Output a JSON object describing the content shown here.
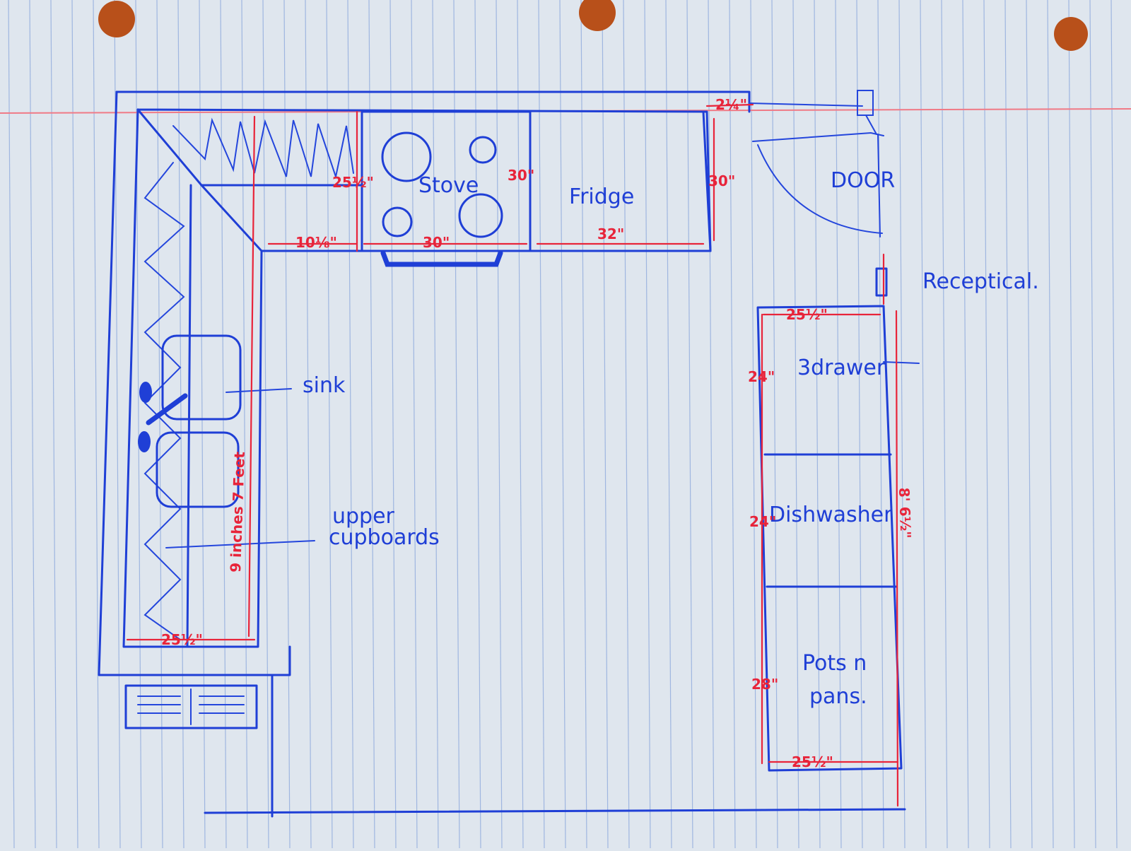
{
  "labels": {
    "stove": "Stove",
    "fridge": "Fridge",
    "door": "DOOR",
    "receptical": "Receptical.",
    "sink": "sink",
    "upper": "upper",
    "cupboards": "cupboards",
    "three_drawer": "3drawer",
    "dishwasher": "Dishwasher",
    "pots": "Pots n",
    "pans": "pans."
  },
  "dimensions": {
    "stove_height": "30\"",
    "stove_width": "30\"",
    "fridge_height": "30\"",
    "fridge_width": "32\"",
    "corner_depth": "25½\"",
    "counter_gap": "10⅛\"",
    "fridge_gap": "2¼\"",
    "left_run": "9 inches 7 Feet",
    "left_depth": "25½\"",
    "right_top_depth": "25½\"",
    "drawer_height": "24\"",
    "dishwasher_height": "24\"",
    "pots_height": "28\"",
    "right_run": "8' 6½\"",
    "right_bottom_depth": "25½\""
  },
  "colors": {
    "paper": "#dfe6ee",
    "rule_line": "#9fb6e0",
    "margin_line": "#f07a86",
    "blue_ink": "#1f3fd6",
    "red_ink": "#e8243a",
    "punch_hole": "#b8501a"
  }
}
